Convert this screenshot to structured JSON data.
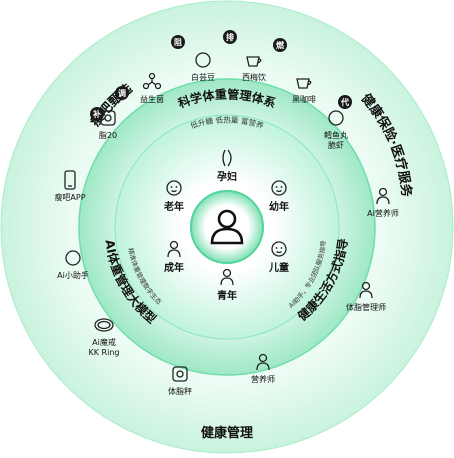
{
  "colors": {
    "ring_outer": "#d9f7e9",
    "ring_mid": "#b6efd5",
    "ring_inner": "#e3faef",
    "core": "#ffffff",
    "accent": "#34d399",
    "text": "#111111"
  },
  "rings": {
    "outer_bottom_title": "健康管理",
    "outer_left_title": "瘦吧甄选",
    "outer_right_title": "健康保险·医疗服务",
    "middle_top_title": "科学体重管理体系",
    "middle_top_subtitle": "低升糖 低热量 富营养",
    "middle_left_title": "AI体重管理大模型",
    "middle_left_subtitle": "精准体重管理数字生态",
    "middle_right_title": "健康生活方式指导",
    "middle_right_subtitle": "AI助手，专业团队服务指导"
  },
  "core": {
    "icon": "user-icon"
  },
  "inner_groups": [
    {
      "label": "孕妇",
      "icon": "pregnant-icon"
    },
    {
      "label": "幼年",
      "icon": "toddler-face-icon"
    },
    {
      "label": "儿童",
      "icon": "child-face-icon"
    },
    {
      "label": "青年",
      "icon": "young-person-icon"
    },
    {
      "label": "成年",
      "icon": "adult-icon"
    },
    {
      "label": "老年",
      "icon": "elder-face-icon"
    }
  ],
  "outer_items": [
    {
      "label": "益生菌",
      "icon": "probiotic-molecule-icon"
    },
    {
      "label": "白芸豆",
      "icon": "bean-icon"
    },
    {
      "label": "西梅饮",
      "icon": "prune-drink-icon"
    },
    {
      "label": "黑咖啡",
      "icon": "coffee-cup-icon"
    },
    {
      "label": "鳕鱼丸\n脆虾",
      "icon": "fish-shrimp-icon"
    },
    {
      "label": "Ai营养师",
      "icon": "ai-dietitian-icon"
    },
    {
      "label": "体脂管理师",
      "icon": "body-fat-manager-icon"
    },
    {
      "label": "营养师",
      "icon": "dietitian-icon"
    },
    {
      "label": "体脂秤",
      "icon": "body-fat-scale-icon"
    },
    {
      "label": "Ai魔戒\nKK Ring",
      "icon": "smart-ring-icon"
    },
    {
      "label": "Ai小助手",
      "icon": "ai-assistant-icon"
    },
    {
      "label": "瘦吧APP",
      "icon": "app-phone-icon"
    },
    {
      "label": "脂20",
      "icon": "fat20-box-icon"
    }
  ],
  "badges": [
    "阻",
    "排",
    "燃",
    "代",
    "调",
    "补"
  ]
}
